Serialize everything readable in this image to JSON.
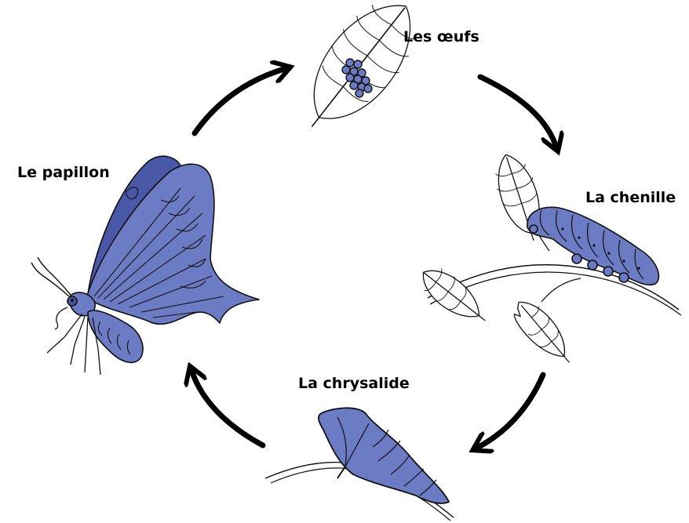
{
  "stages": {
    "eggs": {
      "label": "Les œufs"
    },
    "caterpillar": {
      "label": "La chenille"
    },
    "chrysalis": {
      "label": "La chrysalide"
    },
    "butterfly": {
      "label": "Le papillon"
    }
  },
  "colors": {
    "fill": "#6b7bc4",
    "fill_dark": "#4a58a8",
    "outline": "#111111",
    "arrow": "#000000"
  }
}
